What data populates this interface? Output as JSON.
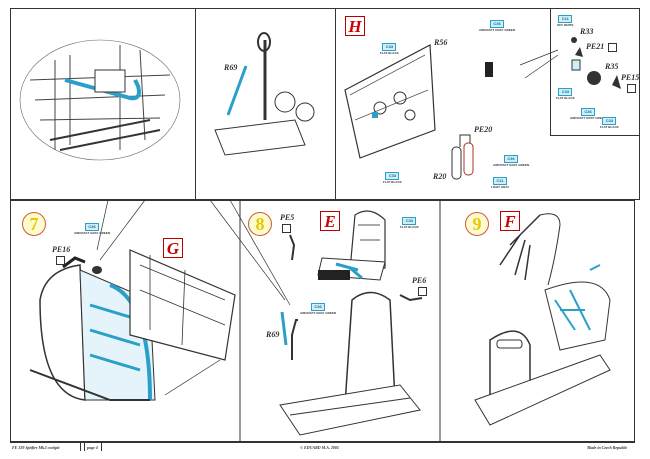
{
  "footer": {
    "kit": "FE 339  Spitfire Mk.I cockpit",
    "page": "page 4",
    "copyright": "© EDUARD  M.A. 2005",
    "made_in": "Made in Czech Republic"
  },
  "steps": [
    "7",
    "8",
    "9"
  ],
  "sections": [
    "H",
    "G",
    "E",
    "F"
  ],
  "parts": {
    "r69_top": "R69",
    "r56": "R56",
    "pe20": "PE20",
    "r20": "R20",
    "r33": "R33",
    "pe21": "PE21",
    "r35": "R35",
    "pe15": "PE15",
    "pe16": "PE16",
    "pe5": "PE5",
    "pe6": "PE6",
    "r69_bottom": "R69"
  },
  "colors": {
    "h_flat_black": {
      "code": "C33",
      "name": "FLAT BLACK"
    },
    "h_gray_green": {
      "code": "C36",
      "name": "AIRCRAFT GRAY GREEN"
    },
    "h_flat_black_2": {
      "code": "C33",
      "name": "FLAT BLACK"
    },
    "h_gray_green_tank": {
      "code": "C36",
      "name": "AIRCRAFT GRAY GREEN"
    },
    "h_light_gray": {
      "code": "C11",
      "name": "LIGHT GRAY"
    },
    "d_off_white": {
      "code": "C11",
      "name": "OFF WHITE"
    },
    "d_flat_black_1": {
      "code": "C33",
      "name": "FLAT BLACK"
    },
    "d_gray_green": {
      "code": "C36",
      "name": "AIRCRAFT GRAY GREEN"
    },
    "d_flat_black_2": {
      "code": "C33",
      "name": "FLAT BLACK"
    },
    "s7_gray_green": {
      "code": "C36",
      "name": "AIRCRAFT GRAY GREEN"
    },
    "s8_seat": {
      "code": "C33",
      "name": "FLAT BLACK"
    },
    "s8_r69": {
      "code": "C36",
      "name": "AIRCRAFT GRAY GREEN"
    }
  },
  "accent": "#2aa0c8"
}
